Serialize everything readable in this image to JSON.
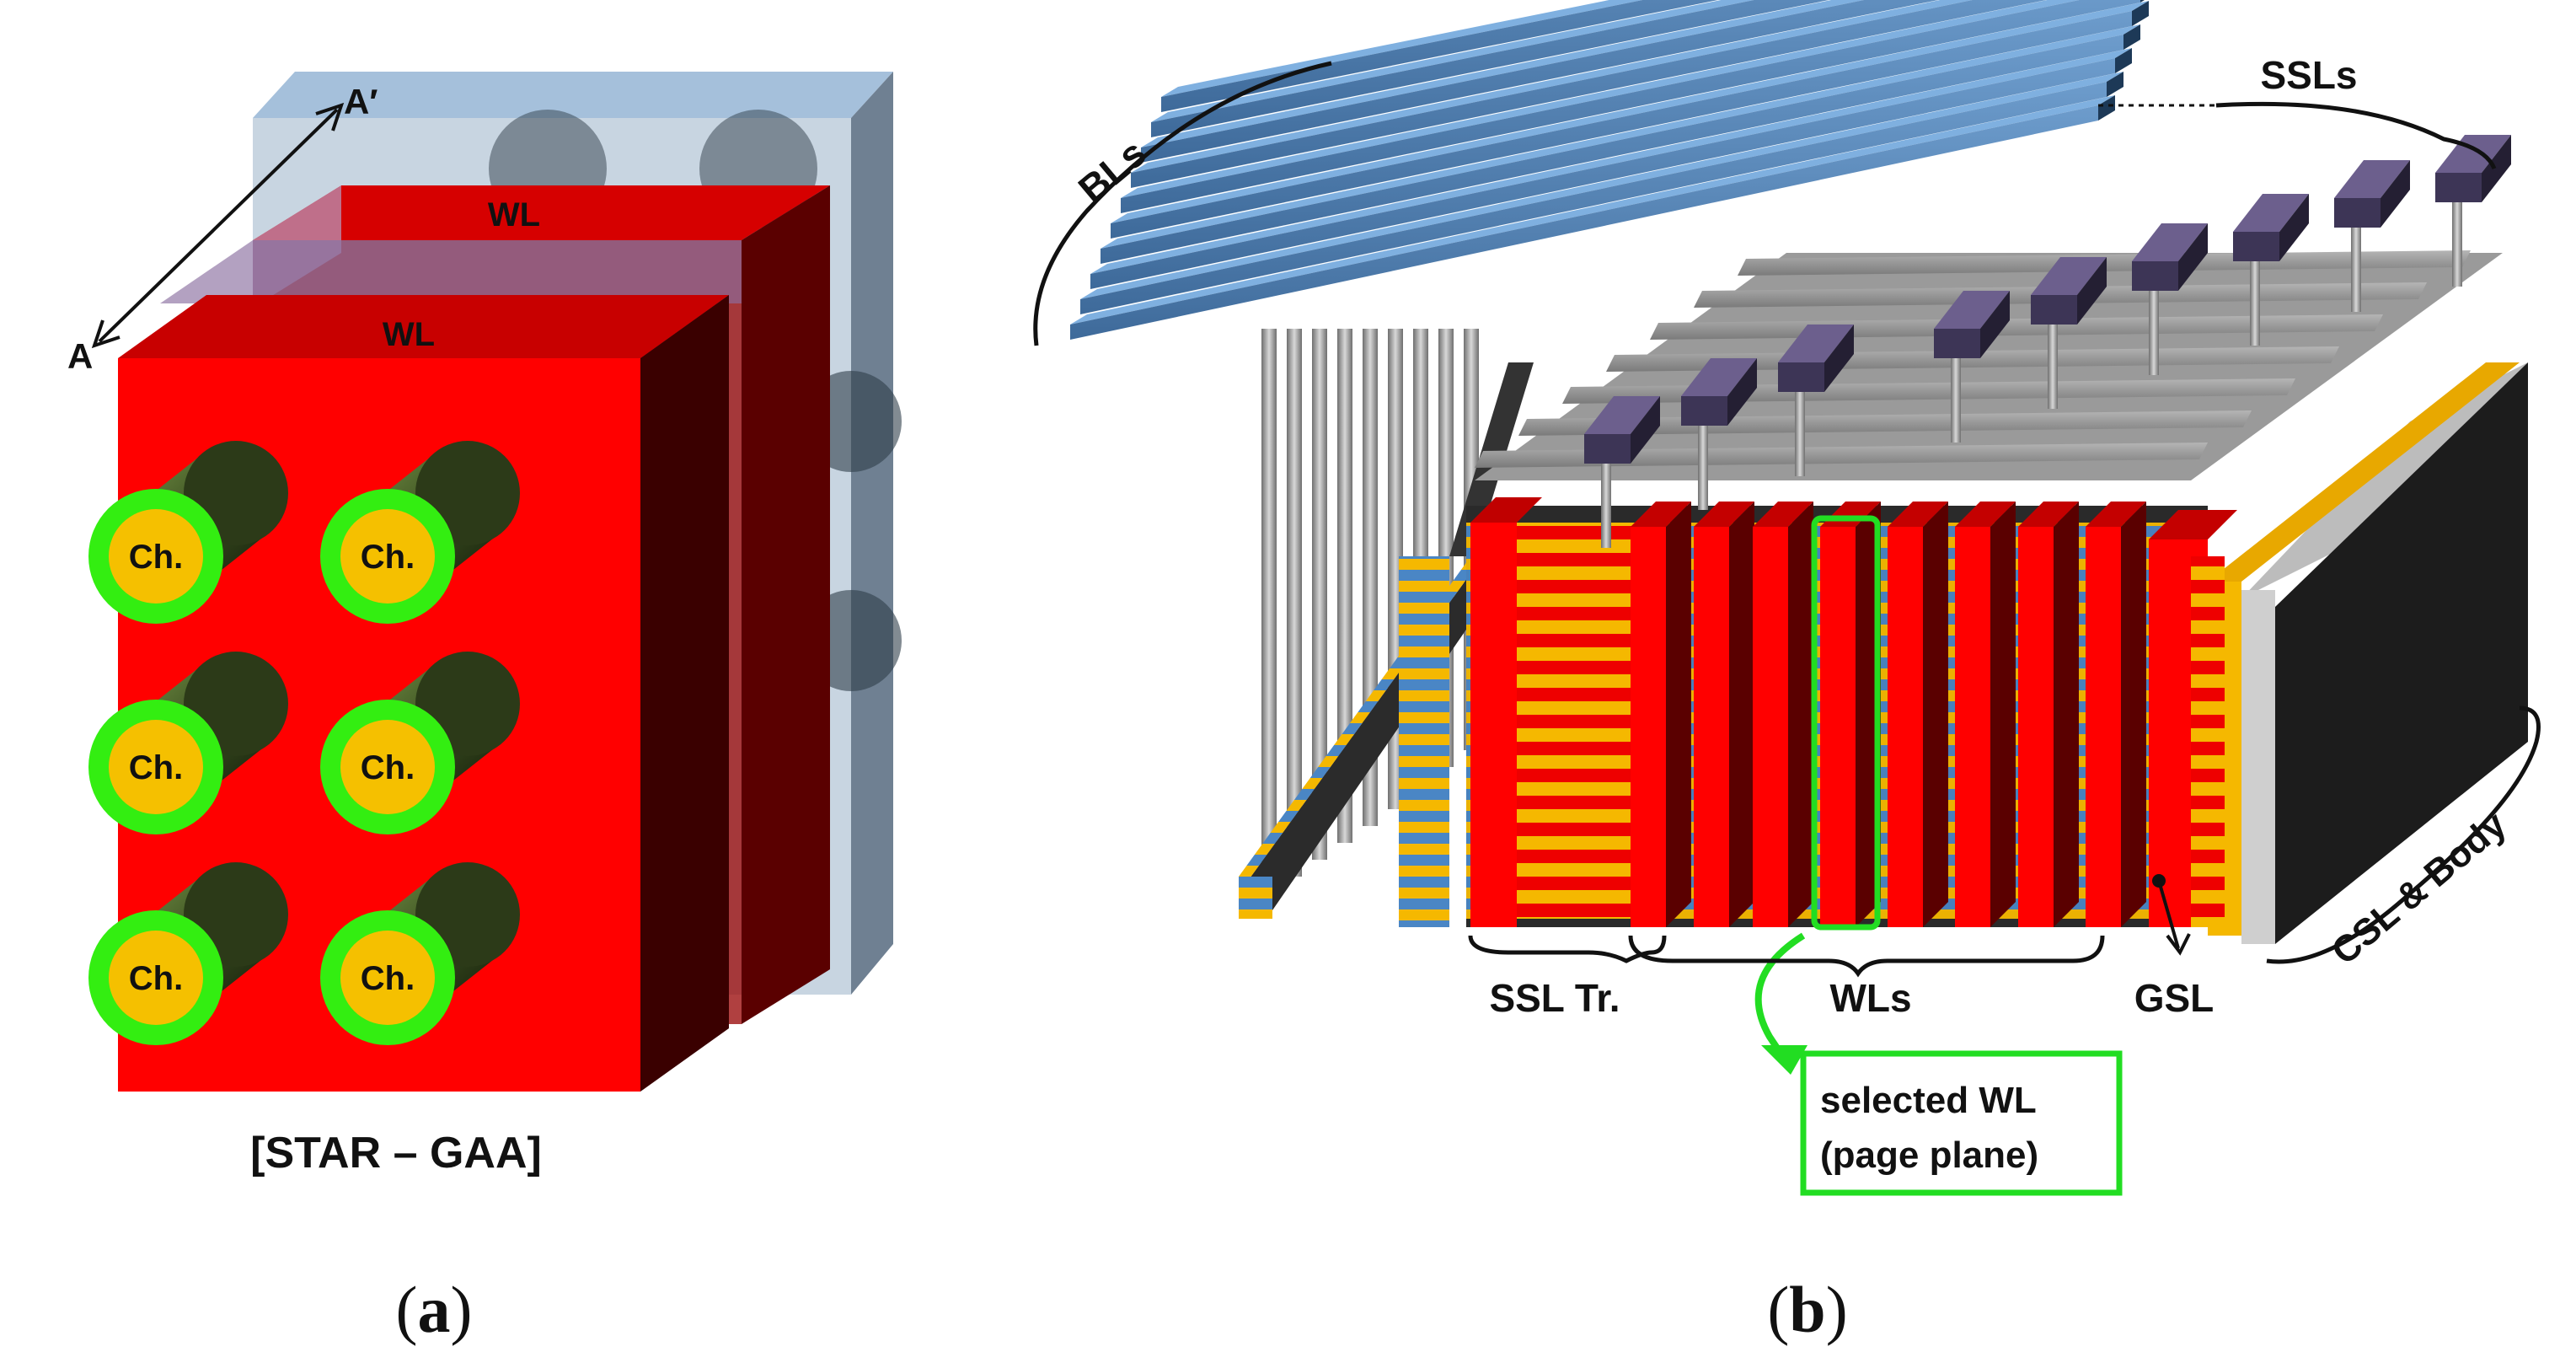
{
  "panel_a": {
    "axis_a_label": "A",
    "axis_a_prime_label": "A′",
    "wl_back_label": "WL",
    "wl_front_label": "WL",
    "channel_label": "Ch.",
    "caption": "[STAR – GAA]",
    "subfigure": "a"
  },
  "panel_b": {
    "bls_label": "BLs",
    "ssls_label": "SSLs",
    "ssl_tr_label": "SSL Tr.",
    "wls_label": "WLs",
    "gsl_label": "GSL",
    "csl_body_label": "CSL & Body",
    "selected_line1": "selected WL",
    "selected_line2": "(page plane)",
    "subfigure": "b"
  },
  "colors": {
    "wl_red": "#ff0000",
    "wl_dark": "#c40000",
    "channel_yellow": "#f5c000",
    "oxide_green": "#33ee11",
    "bitline_blue": "#4a7fb5",
    "ssl_purple": "#3d3556",
    "gate_gray": "#8c8c8c",
    "highlight_green": "#22dd22"
  }
}
